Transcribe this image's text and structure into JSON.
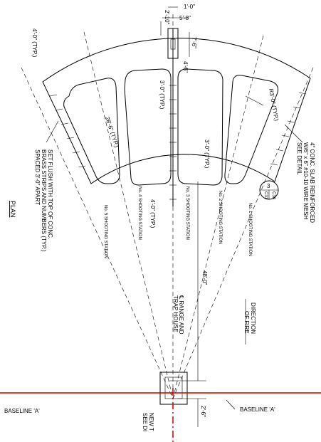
{
  "title": "PLAN",
  "dims": {
    "top_1ft": "1'-0\"",
    "top_5ft8": "5'-8\"",
    "top_2ft10": "2'-10\"",
    "top_7ft6": "7'-6\"",
    "top_4ft6": "4'-6\"",
    "left_4ft_typ": "4'-0\" (TYP.)",
    "center_3ft_typ": "3'-0\" (TYP.)",
    "radius_r3": "R3'-0\" (TYP.)",
    "radius_28": "28'-6\" (TYP.)",
    "right_3ft_typ": "3'-0\" (TYP.)",
    "lower_4ft_typ": "4'-0\" (TYP.)",
    "distance_48": "48'-0\"",
    "bottom_2ft6": "2'-6\""
  },
  "notes": {
    "brass_strips": [
      "SET FLUSH WITH TOP OF CONC.",
      "BRASS STRIPS AND NUMBERS (TYP.)",
      "SPACED 3'-0\" APART"
    ],
    "slab": [
      "4\" CONC. SLAB REINFORCED",
      "W/6\" x 6\" #10-10 WIRE MESH",
      "SEE DETAIL"
    ],
    "range": [
      "℄ RANGE AND",
      "TRAP HOUSE"
    ],
    "direction": [
      "DIRECTION",
      "OF FIRE"
    ],
    "new_t": [
      "NEW T",
      "SEE DI"
    ]
  },
  "detail_callout": {
    "number": "3",
    "sheet_left": "C31",
    "sheet_right": "C38"
  },
  "stations": [
    "No. 5 SHOOTING STATION",
    "No. 4 SHOOTING STATION",
    "No. 3 SHOOTING STATION",
    "No. 2 SHOOTING STATION",
    "No. 1 SHOOTING STATION"
  ],
  "baselines": {
    "left": "BASELINE 'A'",
    "right": "BASELINE 'A'"
  },
  "colors": {
    "ink": "#000000",
    "baseline": "#cc0000"
  }
}
